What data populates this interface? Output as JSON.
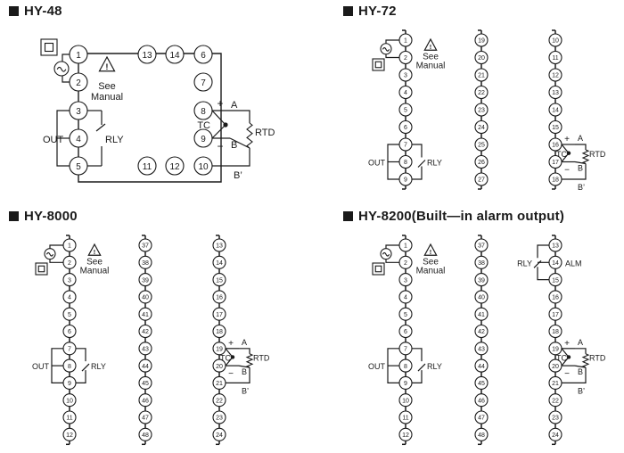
{
  "titles": {
    "hy48": "HY-48",
    "hy72": "HY-72",
    "hy8000": "HY-8000",
    "hy8200": "HY-8200(Built—in alarm output)"
  },
  "labels": {
    "see": "See",
    "manual": "Manual",
    "out": "OUT",
    "rly": "RLY",
    "tc": "TC",
    "rtd": "RTD",
    "plus": "+",
    "minus": "−",
    "a": "A",
    "b": "B",
    "b_prime": "B’",
    "alm": "ALM",
    "warning_mark": "!",
    "ac_symbol": "~"
  },
  "hy48": {
    "left_terminals": [
      "1",
      "2",
      "3",
      "4",
      "5"
    ],
    "top_terminals": [
      "13",
      "14"
    ],
    "bottom_terminals": [
      "11",
      "12"
    ],
    "right_terminals": [
      "6",
      "7",
      "8",
      "9",
      "10"
    ]
  },
  "hy72": {
    "col1": [
      "1",
      "2",
      "3",
      "4",
      "5",
      "6",
      "7",
      "8",
      "9"
    ],
    "col2": [
      "19",
      "20",
      "21",
      "22",
      "23",
      "24",
      "25",
      "26",
      "27"
    ],
    "col3": [
      "10",
      "11",
      "12",
      "13",
      "14",
      "15",
      "16",
      "17",
      "18"
    ]
  },
  "hy8000": {
    "col1": [
      "1",
      "2",
      "3",
      "4",
      "5",
      "6",
      "7",
      "8",
      "9",
      "10",
      "11",
      "12"
    ],
    "col2": [
      "37",
      "38",
      "39",
      "40",
      "41",
      "42",
      "43",
      "44",
      "45",
      "46",
      "47",
      "48"
    ],
    "col3": [
      "13",
      "14",
      "15",
      "16",
      "17",
      "18",
      "19",
      "20",
      "21",
      "22",
      "23",
      "24"
    ]
  },
  "hy8200": {
    "col1": [
      "1",
      "2",
      "3",
      "4",
      "5",
      "6",
      "7",
      "8",
      "9",
      "10",
      "11",
      "12"
    ],
    "col2": [
      "37",
      "38",
      "39",
      "40",
      "41",
      "42",
      "43",
      "44",
      "45",
      "46",
      "47",
      "48"
    ],
    "col3": [
      "13",
      "14",
      "15",
      "16",
      "17",
      "18",
      "19",
      "20",
      "21",
      "22",
      "23",
      "24"
    ]
  }
}
